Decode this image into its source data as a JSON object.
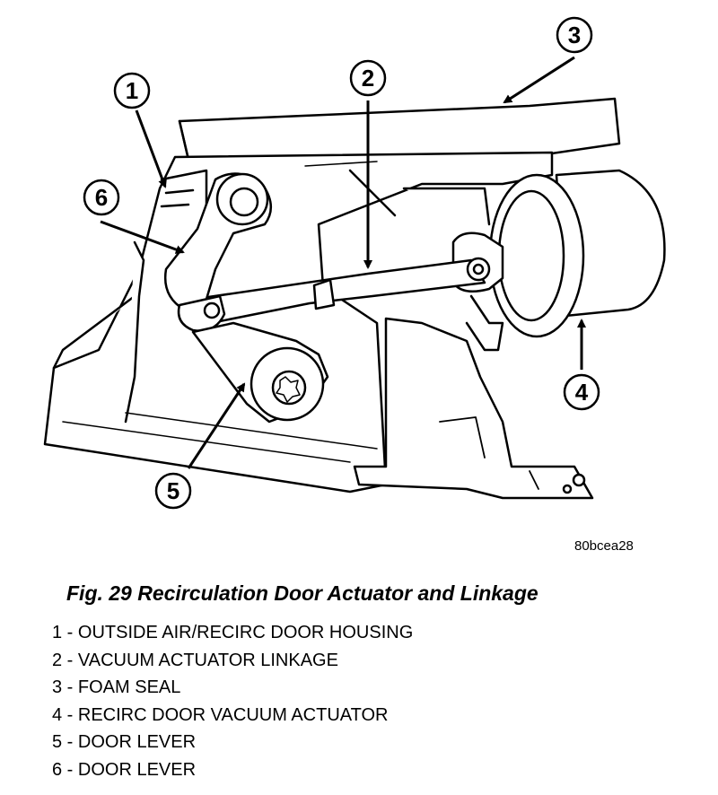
{
  "image_code": "80bcea28",
  "caption": "Fig. 29 Recirculation Door Actuator and Linkage",
  "callouts": [
    {
      "number": "1",
      "description": "OUTSIDE AIR/RECIRC DOOR HOUSING"
    },
    {
      "number": "2",
      "description": "VACUUM ACTUATOR LINKAGE"
    },
    {
      "number": "3",
      "description": "FOAM SEAL"
    },
    {
      "number": "4",
      "description": "RECIRC DOOR VACUUM ACTUATOR"
    },
    {
      "number": "5",
      "description": "DOOR LEVER"
    },
    {
      "number": "6",
      "description": "DOOR LEVER"
    }
  ],
  "legend_items": [
    "1 - OUTSIDE AIR/RECIRC DOOR HOUSING",
    "2 - VACUUM ACTUATOR LINKAGE",
    "3 - FOAM SEAL",
    "4 - RECIRC DOOR VACUUM ACTUATOR",
    "5 - DOOR LEVER",
    "6 - DOOR LEVER"
  ]
}
